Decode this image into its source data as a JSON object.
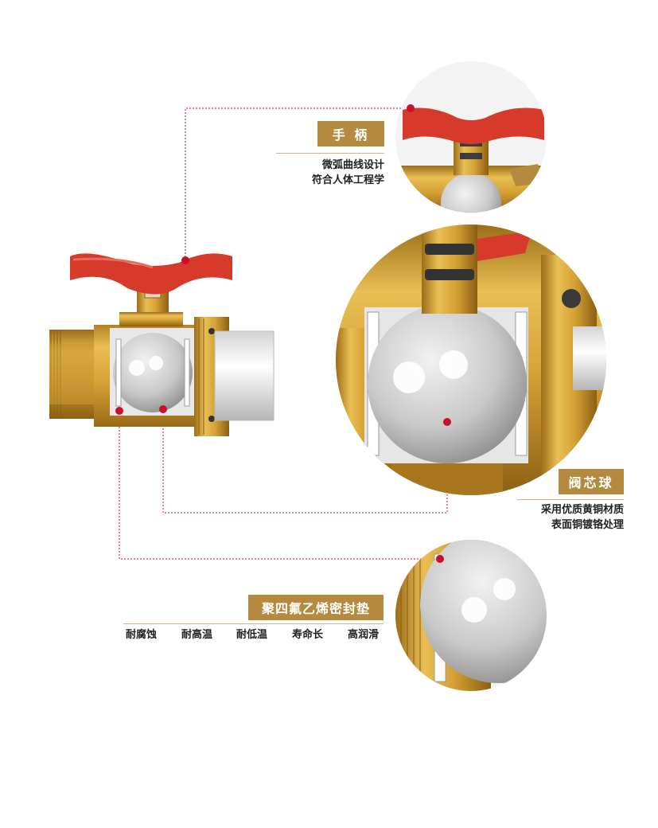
{
  "callouts": {
    "handle": {
      "title": "手 柄",
      "desc": [
        "微弧曲线设计",
        "符合人体工程学"
      ]
    },
    "ball": {
      "title": "阀芯球",
      "desc": [
        "采用优质黄铜材质",
        "表面铜镀铬处理"
      ]
    },
    "seal": {
      "title": "聚四氟乙烯密封垫",
      "features": [
        "耐腐蚀",
        "耐高温",
        "耐低温",
        "寿命长",
        "高润滑"
      ]
    }
  },
  "colors": {
    "brass": "#d9a83a",
    "brass_dark": "#a8771d",
    "handle_red": "#d7392b",
    "ball_silver": "#c9c9c9",
    "label_gold": "#b58a3f",
    "marker_red": "#c8102e",
    "leader": "#c8102e"
  }
}
